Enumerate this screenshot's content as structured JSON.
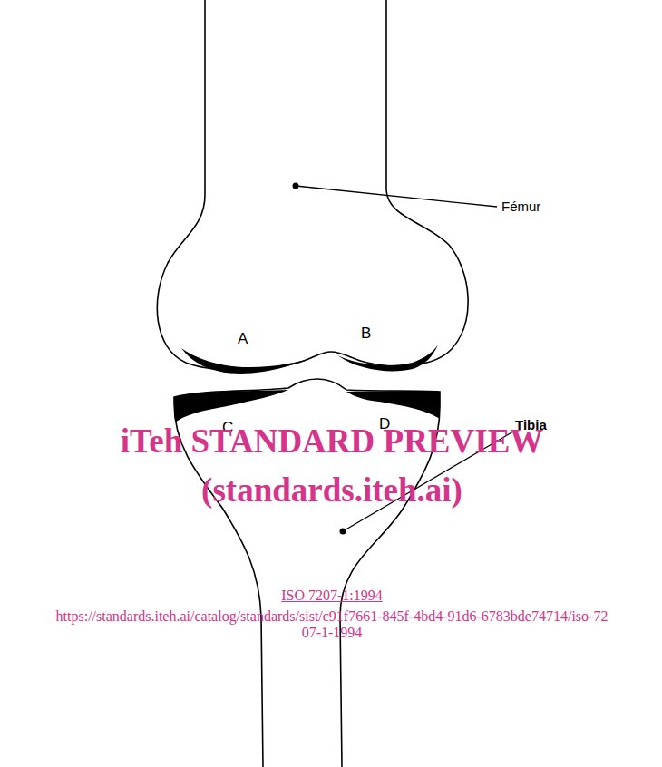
{
  "diagram": {
    "labels": [
      "Fémur",
      "A",
      "B",
      "C",
      "D",
      "Tibia",
      "iTeh STANDARD PREVIEW",
      "(standards.iteh.ai)",
      "ISO 7207-1:1994",
      "https://standards.iteh.ai/catalog/standards/sist/c91f7661-845f-4bd4-91d6-6783bde74714/iso-7207-1-1994"
    ]
  }
}
